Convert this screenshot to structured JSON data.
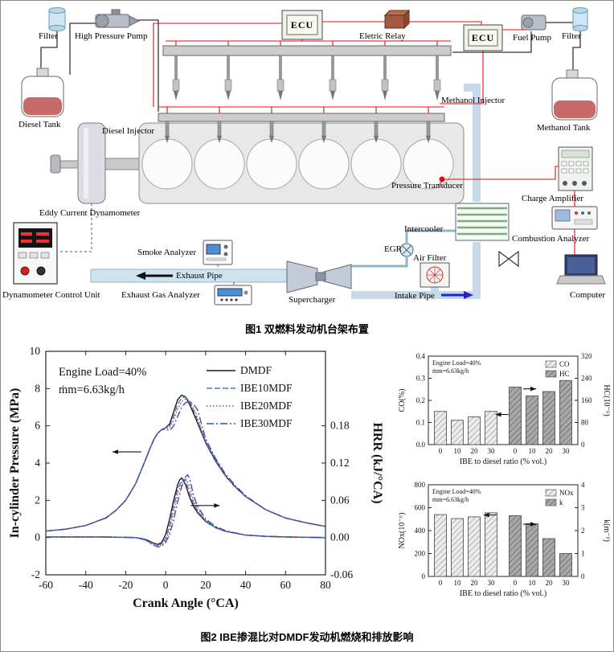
{
  "captions": {
    "fig1": "图1  双燃料发动机台架布置",
    "fig2": "图2  IBE掺混比对DMDF发动机燃烧和排放影响"
  },
  "diagram": {
    "labels": {
      "filter_left": "Filter",
      "high_pressure_pump": "High Pressure Pump",
      "ecu_1": "ECU",
      "electric_relay": "Eletric Relay",
      "ecu_2": "ECU",
      "fuel_pump": "Fuel Pump",
      "filter_right": "Filter",
      "diesel_tank": "Diesel Tank",
      "methanol_injector": "Methanol Injector",
      "methanol_tank": "Methanol Tank",
      "diesel_injector": "Diesel Injector",
      "pressure_transducer": "Pressure Transducer",
      "charge_amplifier": "Charge Amplifier",
      "eddy_current_dynamometer": "Eddy Current Dynamometer",
      "intercooler": "Intercooler",
      "combustion_analyzer": "Combustion Analyzer",
      "smoke_analyzer": "Smoke Analyzer",
      "egr": "EGR",
      "air_filter": "Air Filter",
      "exhaust_pipe": "Exhaust Pipe",
      "supercharger": "Supercharger",
      "intake_pipe": "Intake Pipe",
      "computer": "Computer",
      "dynamometer_control_unit": "Dynamometer Control Unit",
      "exhaust_gas_analyzer": "Exhaust Gas Analyzer"
    }
  },
  "chart_data": [
    {
      "name": "pressure-hrr",
      "type": "line",
      "xlabel": "Crank Angle (°CA)",
      "ylabel_left": "In-cylinder Pressure (MPa)",
      "ylabel_right": "HRR (kJ/°CA)",
      "xlim": [
        -60,
        80
      ],
      "ylim_left": [
        -2,
        10
      ],
      "right_axis_factor": 0.03,
      "x_ticks": [
        -60,
        -40,
        -20,
        0,
        20,
        40,
        60,
        80
      ],
      "y_ticks_left": [
        -2,
        0,
        2,
        4,
        6,
        8,
        10
      ],
      "y_ticks_right": [
        "-0.06",
        "0.00",
        "0.06",
        "0.12",
        "0.18"
      ],
      "annotations": [
        "Engine Load=40%",
        "ṁm=6.63kg/h"
      ],
      "legend_position": "top-right-inside",
      "grid": false,
      "arrows": [
        {
          "px": 0.29,
          "py": 0.45,
          "dir": "left"
        },
        {
          "px": 0.57,
          "py": 0.69,
          "dir": "right"
        }
      ],
      "series": [
        {
          "name": "DMDF",
          "color": "#1a1a1a",
          "dash": "",
          "pressure": [
            [
              -60,
              0.35
            ],
            [
              -50,
              0.45
            ],
            [
              -40,
              0.65
            ],
            [
              -30,
              1.05
            ],
            [
              -25,
              1.45
            ],
            [
              -20,
              2.0
            ],
            [
              -15,
              2.9
            ],
            [
              -10,
              4.2
            ],
            [
              -8,
              4.75
            ],
            [
              -6,
              5.25
            ],
            [
              -4,
              5.6
            ],
            [
              -2,
              5.8
            ],
            [
              0,
              5.9
            ],
            [
              2,
              6.1
            ],
            [
              4,
              6.75
            ],
            [
              6,
              7.4
            ],
            [
              8,
              7.65
            ],
            [
              10,
              7.55
            ],
            [
              12,
              7.15
            ],
            [
              15,
              6.4
            ],
            [
              20,
              5.1
            ],
            [
              25,
              4.1
            ],
            [
              30,
              3.3
            ],
            [
              35,
              2.7
            ],
            [
              40,
              2.2
            ],
            [
              50,
              1.5
            ],
            [
              60,
              1.05
            ],
            [
              70,
              0.8
            ],
            [
              80,
              0.6
            ]
          ],
          "hrr": [
            [
              -60,
              0.001
            ],
            [
              -30,
              0.001
            ],
            [
              -15,
              0
            ],
            [
              -10,
              -0.003
            ],
            [
              -8,
              -0.006
            ],
            [
              -6,
              -0.009
            ],
            [
              -4,
              -0.011
            ],
            [
              -2,
              -0.008
            ],
            [
              0,
              0.005
            ],
            [
              2,
              0.03
            ],
            [
              4,
              0.06
            ],
            [
              6,
              0.085
            ],
            [
              7,
              0.093
            ],
            [
              8,
              0.096
            ],
            [
              10,
              0.085
            ],
            [
              12,
              0.065
            ],
            [
              14,
              0.05
            ],
            [
              16,
              0.04
            ],
            [
              20,
              0.026
            ],
            [
              25,
              0.016
            ],
            [
              30,
              0.01
            ],
            [
              40,
              0.004
            ],
            [
              50,
              0.002
            ],
            [
              60,
              0.001
            ],
            [
              80,
              0
            ]
          ]
        },
        {
          "name": "IBE10MDF",
          "color": "#4a78d0",
          "dash": "7,3",
          "pressure": [
            [
              -60,
              0.35
            ],
            [
              -50,
              0.45
            ],
            [
              -40,
              0.65
            ],
            [
              -30,
              1.05
            ],
            [
              -25,
              1.45
            ],
            [
              -20,
              2.0
            ],
            [
              -15,
              2.9
            ],
            [
              -10,
              4.2
            ],
            [
              -8,
              4.75
            ],
            [
              -6,
              5.25
            ],
            [
              -4,
              5.6
            ],
            [
              -2,
              5.8
            ],
            [
              0,
              5.88
            ],
            [
              2,
              6.0
            ],
            [
              4,
              6.5
            ],
            [
              6,
              7.15
            ],
            [
              8,
              7.5
            ],
            [
              10,
              7.55
            ],
            [
              12,
              7.3
            ],
            [
              15,
              6.55
            ],
            [
              20,
              5.15
            ],
            [
              25,
              4.15
            ],
            [
              30,
              3.32
            ],
            [
              35,
              2.72
            ],
            [
              40,
              2.2
            ],
            [
              50,
              1.5
            ],
            [
              60,
              1.05
            ],
            [
              70,
              0.8
            ],
            [
              80,
              0.6
            ]
          ],
          "hrr": [
            [
              -60,
              0.001
            ],
            [
              -30,
              0.001
            ],
            [
              -15,
              0
            ],
            [
              -10,
              -0.003
            ],
            [
              -8,
              -0.007
            ],
            [
              -6,
              -0.01
            ],
            [
              -4,
              -0.012
            ],
            [
              -2,
              -0.01
            ],
            [
              0,
              -0.002
            ],
            [
              2,
              0.02
            ],
            [
              4,
              0.05
            ],
            [
              6,
              0.078
            ],
            [
              8,
              0.092
            ],
            [
              9,
              0.094
            ],
            [
              10,
              0.092
            ],
            [
              12,
              0.072
            ],
            [
              14,
              0.055
            ],
            [
              16,
              0.042
            ],
            [
              20,
              0.027
            ],
            [
              25,
              0.016
            ],
            [
              30,
              0.01
            ],
            [
              40,
              0.004
            ],
            [
              50,
              0.002
            ],
            [
              60,
              0.001
            ],
            [
              80,
              0
            ]
          ]
        },
        {
          "name": "IBE20MDF",
          "color": "#e03131",
          "dash": "1.5,2.5",
          "pressure": [
            [
              -60,
              0.35
            ],
            [
              -50,
              0.45
            ],
            [
              -40,
              0.65
            ],
            [
              -30,
              1.05
            ],
            [
              -25,
              1.45
            ],
            [
              -20,
              2.0
            ],
            [
              -15,
              2.9
            ],
            [
              -10,
              4.2
            ],
            [
              -8,
              4.75
            ],
            [
              -6,
              5.25
            ],
            [
              -4,
              5.6
            ],
            [
              -2,
              5.8
            ],
            [
              0,
              5.85
            ],
            [
              2,
              5.9
            ],
            [
              4,
              6.3
            ],
            [
              6,
              6.9
            ],
            [
              8,
              7.3
            ],
            [
              10,
              7.45
            ],
            [
              12,
              7.35
            ],
            [
              15,
              6.7
            ],
            [
              20,
              5.2
            ],
            [
              25,
              4.2
            ],
            [
              30,
              3.35
            ],
            [
              35,
              2.75
            ],
            [
              40,
              2.22
            ],
            [
              50,
              1.5
            ],
            [
              60,
              1.05
            ],
            [
              70,
              0.8
            ],
            [
              80,
              0.6
            ]
          ],
          "hrr": [
            [
              -60,
              0.001
            ],
            [
              -30,
              0.001
            ],
            [
              -15,
              0
            ],
            [
              -10,
              -0.004
            ],
            [
              -8,
              -0.008
            ],
            [
              -6,
              -0.011
            ],
            [
              -4,
              -0.013
            ],
            [
              -2,
              -0.012
            ],
            [
              0,
              -0.005
            ],
            [
              2,
              0.012
            ],
            [
              4,
              0.04
            ],
            [
              6,
              0.07
            ],
            [
              8,
              0.088
            ],
            [
              10,
              0.095
            ],
            [
              12,
              0.082
            ],
            [
              14,
              0.06
            ],
            [
              16,
              0.045
            ],
            [
              20,
              0.028
            ],
            [
              25,
              0.017
            ],
            [
              30,
              0.01
            ],
            [
              40,
              0.004
            ],
            [
              50,
              0.002
            ],
            [
              60,
              0.001
            ],
            [
              80,
              0
            ]
          ]
        },
        {
          "name": "IBE30MDF",
          "color": "#2f55b8",
          "dash": "9,3,2,3",
          "pressure": [
            [
              -60,
              0.35
            ],
            [
              -50,
              0.45
            ],
            [
              -40,
              0.65
            ],
            [
              -30,
              1.05
            ],
            [
              -25,
              1.45
            ],
            [
              -20,
              2.0
            ],
            [
              -15,
              2.9
            ],
            [
              -10,
              4.2
            ],
            [
              -8,
              4.75
            ],
            [
              -6,
              5.25
            ],
            [
              -4,
              5.6
            ],
            [
              -2,
              5.8
            ],
            [
              0,
              5.8
            ],
            [
              2,
              5.75
            ],
            [
              4,
              6.0
            ],
            [
              6,
              6.5
            ],
            [
              8,
              7.0
            ],
            [
              10,
              7.25
            ],
            [
              12,
              7.3
            ],
            [
              14,
              7.15
            ],
            [
              16,
              6.85
            ],
            [
              20,
              5.3
            ],
            [
              25,
              4.25
            ],
            [
              30,
              3.4
            ],
            [
              35,
              2.78
            ],
            [
              40,
              2.25
            ],
            [
              50,
              1.5
            ],
            [
              60,
              1.05
            ],
            [
              70,
              0.8
            ],
            [
              80,
              0.6
            ]
          ],
          "hrr": [
            [
              -60,
              0.001
            ],
            [
              -30,
              0.001
            ],
            [
              -15,
              0
            ],
            [
              -10,
              -0.004
            ],
            [
              -8,
              -0.009
            ],
            [
              -6,
              -0.012
            ],
            [
              -4,
              -0.015
            ],
            [
              -2,
              -0.014
            ],
            [
              0,
              -0.008
            ],
            [
              2,
              0.005
            ],
            [
              4,
              0.028
            ],
            [
              6,
              0.058
            ],
            [
              8,
              0.082
            ],
            [
              10,
              0.098
            ],
            [
              11,
              0.101
            ],
            [
              12,
              0.095
            ],
            [
              14,
              0.068
            ],
            [
              16,
              0.05
            ],
            [
              20,
              0.03
            ],
            [
              25,
              0.018
            ],
            [
              30,
              0.011
            ],
            [
              40,
              0.004
            ],
            [
              50,
              0.002
            ],
            [
              60,
              0.001
            ],
            [
              80,
              0
            ]
          ]
        }
      ]
    },
    {
      "name": "co-hc",
      "type": "bar",
      "xlabel": "IBE to diesel ratio (% vol.)",
      "ylabel_left": "CO(%)",
      "ylabel_right": "HC(10⁻⁶)",
      "categories": [
        "0",
        "10",
        "20",
        "30"
      ],
      "ylim_left": [
        0,
        0.4
      ],
      "y_ticks_left": [
        "0.0",
        "0.1",
        "0.2",
        "0.3",
        "0.4"
      ],
      "ylim_right": [
        0,
        320
      ],
      "y_ticks_right": [
        "0",
        "80",
        "160",
        "240",
        "320"
      ],
      "annotations": [
        "Engine Load=40%",
        "ṁm=6.63kg/h"
      ],
      "arrows": [
        {
          "px": 0.46,
          "py": 0.66,
          "dir": "left"
        },
        {
          "px": 0.71,
          "py": 0.37,
          "dir": "right"
        }
      ],
      "series": [
        {
          "name": "CO",
          "axis": "left",
          "fill": "light",
          "values": [
            0.15,
            0.11,
            0.125,
            0.15
          ]
        },
        {
          "name": "HC",
          "axis": "right",
          "fill": "dark",
          "values": [
            208,
            176,
            192,
            232
          ]
        }
      ]
    },
    {
      "name": "nox-k",
      "type": "bar",
      "xlabel": "IBE to diesel ratio (% vol.)",
      "ylabel_left": "NOx(10⁻⁶)",
      "ylabel_right": "k(m⁻¹)",
      "categories": [
        "0",
        "10",
        "20",
        "30"
      ],
      "ylim_left": [
        0,
        800
      ],
      "y_ticks_left": [
        "0",
        "200",
        "400",
        "600",
        "800"
      ],
      "ylim_right": [
        0,
        4
      ],
      "y_ticks_right": [
        "0",
        "1",
        "2",
        "3",
        "4"
      ],
      "annotations": [
        "Engine Load=40%",
        "ṁm=6.63kg/h"
      ],
      "arrows": [
        {
          "px": 0.38,
          "py": 0.33,
          "dir": "left"
        },
        {
          "px": 0.71,
          "py": 0.43,
          "dir": "right"
        }
      ],
      "series": [
        {
          "name": "NOx",
          "axis": "left",
          "fill": "light",
          "values": [
            540,
            505,
            520,
            555
          ]
        },
        {
          "name": "k",
          "axis": "right",
          "fill": "dark",
          "values": [
            2.65,
            2.3,
            1.65,
            1.0
          ]
        }
      ]
    }
  ]
}
